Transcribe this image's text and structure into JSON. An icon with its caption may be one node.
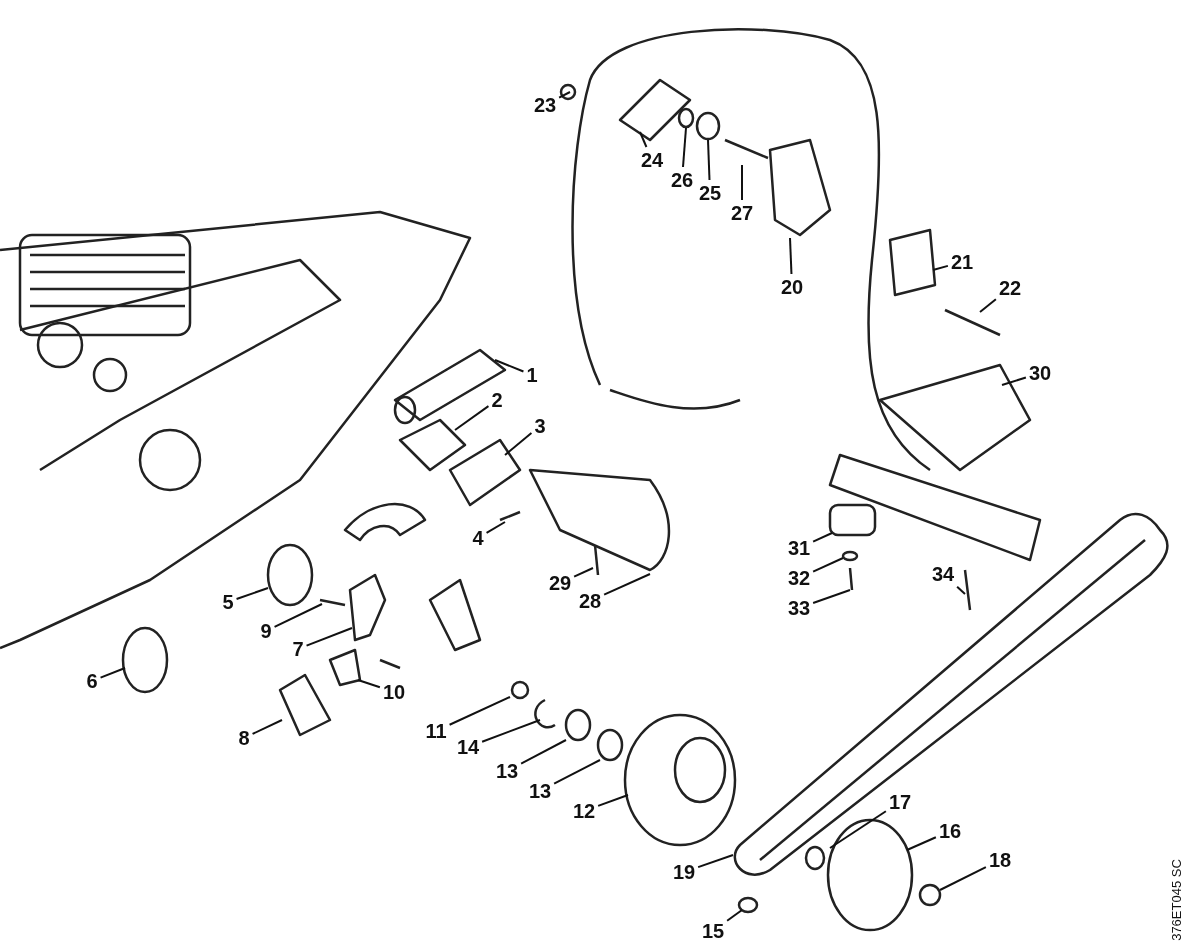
{
  "diagram": {
    "nodes": [
      {
        "text": [
          "23"
        ]
      },
      {
        "text": [
          "24"
        ]
      },
      {
        "text": [
          "26"
        ]
      },
      {
        "text": [
          "25"
        ]
      },
      {
        "text": [
          "27"
        ]
      },
      {
        "text": [
          "21"
        ]
      },
      {
        "text": [
          "20"
        ]
      },
      {
        "text": [
          "22"
        ]
      },
      {
        "text": [
          "1"
        ]
      },
      {
        "text": [
          "30"
        ]
      },
      {
        "text": [
          "2"
        ]
      },
      {
        "text": [
          "3"
        ]
      },
      {
        "text": [
          "4"
        ]
      },
      {
        "text": [
          "31"
        ]
      },
      {
        "text": [
          "34"
        ]
      },
      {
        "text": [
          "32"
        ]
      },
      {
        "text": [
          "29"
        ]
      },
      {
        "text": [
          "28"
        ]
      },
      {
        "text": [
          "5"
        ]
      },
      {
        "text": [
          "33"
        ]
      },
      {
        "text": [
          "9"
        ]
      },
      {
        "text": [
          "7"
        ]
      },
      {
        "text": [
          "6"
        ]
      },
      {
        "text": [
          "10"
        ]
      },
      {
        "text": [
          "11"
        ]
      },
      {
        "text": [
          "8"
        ]
      },
      {
        "text": [
          "14"
        ]
      },
      {
        "text": [
          "13"
        ]
      },
      {
        "text": [
          "13"
        ]
      },
      {
        "text": [
          "17"
        ]
      },
      {
        "text": [
          "12"
        ]
      },
      {
        "text": [
          "16"
        ]
      },
      {
        "text": [
          "18"
        ]
      },
      {
        "text": [
          "19"
        ]
      },
      {
        "text": [
          "15"
        ]
      }
    ],
    "edges": [
      {
        "from": 0,
        "to": null,
        "arrow": "none"
      },
      {
        "from": 1,
        "to": null,
        "arrow": "none"
      },
      {
        "from": 2,
        "to": null,
        "arrow": "none"
      },
      {
        "from": 3,
        "to": null,
        "arrow": "none"
      },
      {
        "from": 4,
        "to": null,
        "arrow": "none"
      },
      {
        "from": 5,
        "to": null,
        "arrow": "none"
      },
      {
        "from": 6,
        "to": null,
        "arrow": "none"
      },
      {
        "from": 7,
        "to": null,
        "arrow": "none"
      },
      {
        "from": 8,
        "to": null,
        "arrow": "none"
      },
      {
        "from": 9,
        "to": null,
        "arrow": "none"
      },
      {
        "from": 10,
        "to": null,
        "arrow": "none"
      },
      {
        "from": 11,
        "to": null,
        "arrow": "none"
      },
      {
        "from": 12,
        "to": null,
        "arrow": "none"
      },
      {
        "from": 13,
        "to": null,
        "arrow": "none"
      },
      {
        "from": 14,
        "to": null,
        "arrow": "none"
      },
      {
        "from": 15,
        "to": null,
        "arrow": "none"
      },
      {
        "from": 16,
        "to": null,
        "arrow": "none"
      },
      {
        "from": 17,
        "to": null,
        "arrow": "none"
      },
      {
        "from": 18,
        "to": null,
        "arrow": "none"
      },
      {
        "from": 19,
        "to": null,
        "arrow": "none"
      },
      {
        "from": 20,
        "to": null,
        "arrow": "none"
      },
      {
        "from": 21,
        "to": null,
        "arrow": "none"
      },
      {
        "from": 22,
        "to": null,
        "arrow": "none"
      },
      {
        "from": 23,
        "to": null,
        "arrow": "none"
      },
      {
        "from": 24,
        "to": null,
        "arrow": "none"
      },
      {
        "from": 25,
        "to": null,
        "arrow": "none"
      },
      {
        "from": 26,
        "to": null,
        "arrow": "none"
      },
      {
        "from": 27,
        "to": null,
        "arrow": "none"
      },
      {
        "from": 28,
        "to": null,
        "arrow": "none"
      },
      {
        "from": 29,
        "to": null,
        "arrow": "none"
      },
      {
        "from": 30,
        "to": null,
        "arrow": "none"
      },
      {
        "from": 31,
        "to": null,
        "arrow": "none"
      },
      {
        "from": 32,
        "to": null,
        "arrow": "none"
      },
      {
        "from": 33,
        "to": null,
        "arrow": "none"
      },
      {
        "from": 34,
        "to": null,
        "arrow": "none"
      }
    ],
    "labels": [
      "376ET045 SC"
    ]
  }
}
